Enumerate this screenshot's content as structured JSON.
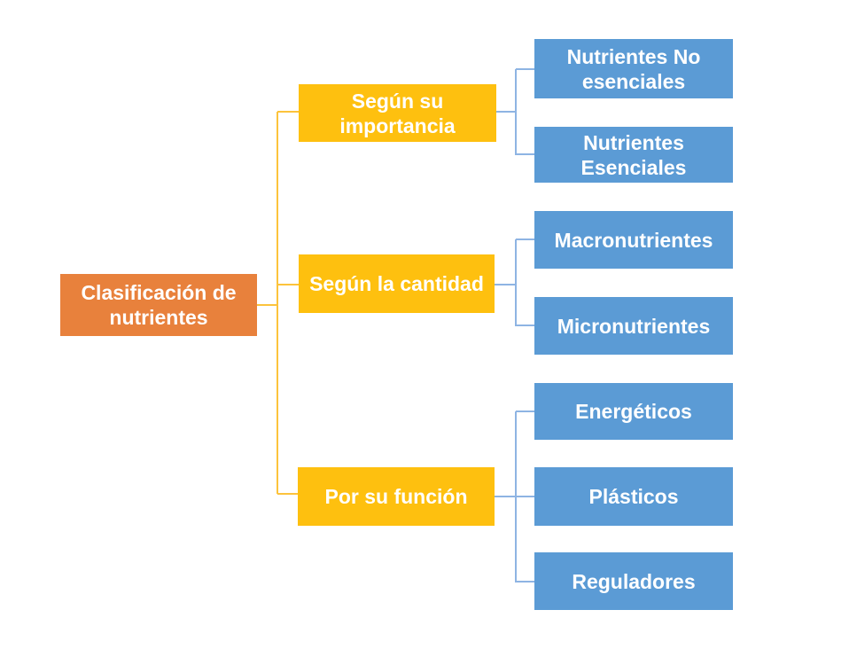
{
  "diagram": {
    "root": {
      "label": "Clasificación de nutrientes"
    },
    "categories": [
      {
        "label": "Según su importancia",
        "children": [
          {
            "label": "Nutrientes No esenciales"
          },
          {
            "label": "Nutrientes Esenciales"
          }
        ]
      },
      {
        "label": "Según la cantidad",
        "children": [
          {
            "label": "Macronutrientes"
          },
          {
            "label": "Micronutrientes"
          }
        ]
      },
      {
        "label": "Por su función",
        "children": [
          {
            "label": "Energéticos"
          },
          {
            "label": "Plásticos"
          },
          {
            "label": "Reguladores"
          }
        ]
      }
    ],
    "colors": {
      "background": "#FFFFFF",
      "root_fill": "#E8813C",
      "category_fill": "#FEC00F",
      "leaf_fill": "#5B9BD5",
      "connector_left": "#FCC33C",
      "connector_right": "#8EB4E3",
      "label_text": "#FFFFFF"
    }
  }
}
